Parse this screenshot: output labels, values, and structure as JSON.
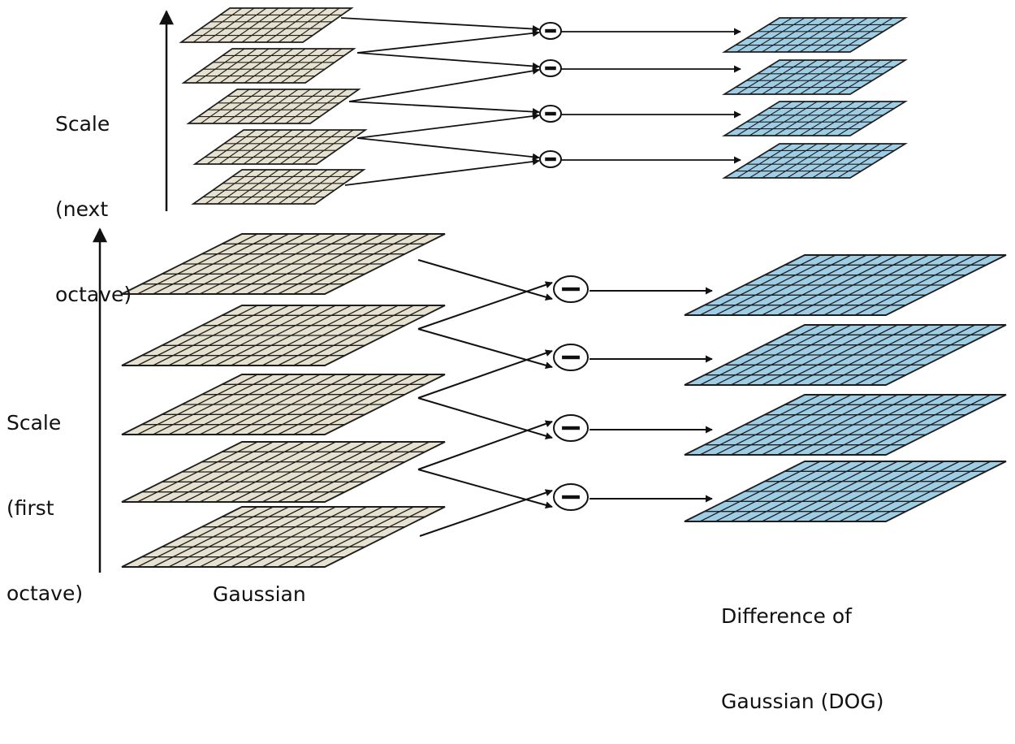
{
  "labels": {
    "next_octave": [
      "Scale",
      "(next",
      "octave)"
    ],
    "first_octave": [
      "Scale",
      "(first",
      "octave)"
    ],
    "gaussian": "Gaussian",
    "dog": [
      "Difference of",
      "Gaussian (DOG)"
    ]
  },
  "colors": {
    "gaussian_cell": "#e6e2cf",
    "dog_cell": "#9ecde6",
    "grid_line": "#1e1e1e",
    "arrow": "#111111"
  },
  "structure": {
    "gaussian_levels_per_octave": 5,
    "dog_levels_per_octave": 4,
    "operator_symbol": "minus"
  }
}
